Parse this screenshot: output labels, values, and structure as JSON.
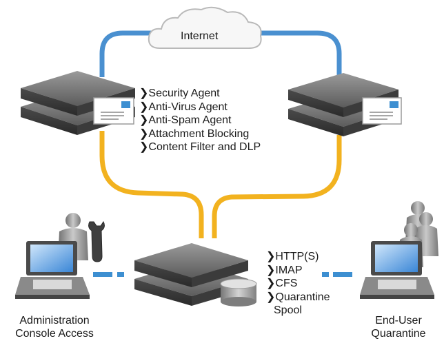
{
  "cloud": {
    "label": "Internet"
  },
  "agent_list": {
    "items": [
      "Security Agent",
      "Anti-Virus Agent",
      "Anti-Spam Agent",
      "Attachment Blocking",
      "Content Filter and DLP"
    ]
  },
  "protocol_list": {
    "items": [
      "HTTP(S)",
      "IMAP",
      "CFS",
      "Quarantine"
    ],
    "continuation": "Spool"
  },
  "admin": {
    "caption_line1": "Administration",
    "caption_line2": "Console Access"
  },
  "enduser": {
    "caption_line1": "End-User",
    "caption_line2": "Quarantine"
  },
  "colors": {
    "internet_link": "#4a90d0",
    "internal_link": "#f2b21f",
    "lan_link": "#3d8fd1",
    "chevron": "#2d74c0"
  }
}
